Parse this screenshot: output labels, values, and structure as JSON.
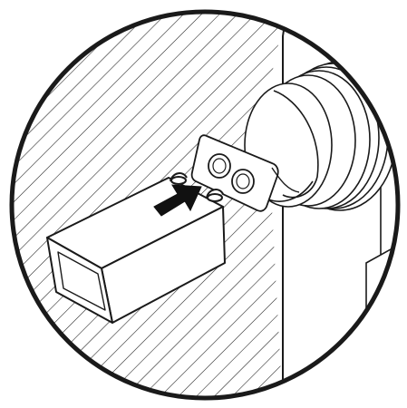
{
  "figure": {
    "kind": "installation-illustration",
    "magnified_view": true,
    "background_color": "#ffffff",
    "line_color": "#1a1a1a",
    "wall_pattern": "diagonal-hatch",
    "motion_arrow_color": "#111111"
  },
  "parts": [
    {
      "id": "battery-9v",
      "icon": "battery-9v-icon"
    },
    {
      "id": "battery-terminals",
      "icon": "terminal-snap-icon",
      "count": 2
    },
    {
      "id": "battery-snap-connector",
      "icon": "snap-connector-icon",
      "contacts": 2
    },
    {
      "id": "speaker-cone",
      "icon": "speaker-icon"
    },
    {
      "id": "insert-arrow",
      "icon": "arrow-right-icon",
      "direction": "toward-connector"
    }
  ]
}
